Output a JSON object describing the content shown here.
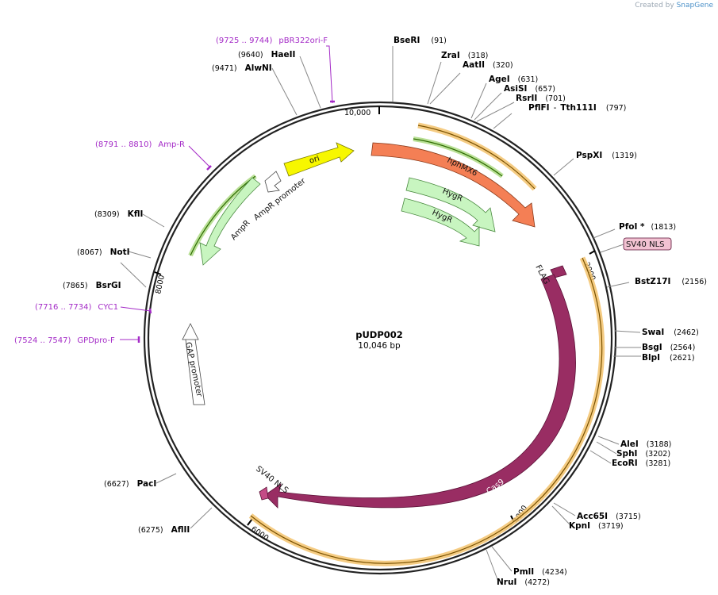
{
  "credit": {
    "prefix": "Created by",
    "brand": "SnapGene"
  },
  "plasmid": {
    "name": "pUDP002",
    "length_label": "10,046 bp"
  },
  "ticks": [
    {
      "label": "10,000"
    },
    {
      "label": "2000"
    },
    {
      "label": "4000"
    },
    {
      "label": "6000"
    },
    {
      "label": "8000"
    }
  ],
  "sites": [
    {
      "name": "BseRI",
      "pos": "(91)"
    },
    {
      "name": "ZraI",
      "pos": "(318)"
    },
    {
      "name": "AatII",
      "pos": "(320)"
    },
    {
      "name": "AgeI",
      "pos": "(631)"
    },
    {
      "name": "AsiSI",
      "pos": "(657)"
    },
    {
      "name": "RsrII",
      "pos": "(701)"
    },
    {
      "name": "PflFI",
      "name2": "Tth111I",
      "pos": "(797)"
    },
    {
      "name": "PspXI",
      "pos": "(1319)"
    },
    {
      "name": "PfoI *",
      "pos": "(1813)"
    },
    {
      "name": "BstZ17I",
      "pos": "(2156)"
    },
    {
      "name": "SwaI",
      "pos": "(2462)"
    },
    {
      "name": "BsgI",
      "pos": "(2564)"
    },
    {
      "name": "BlpI",
      "pos": "(2621)"
    },
    {
      "name": "AleI",
      "pos": "(3188)"
    },
    {
      "name": "SphI",
      "pos": "(3202)"
    },
    {
      "name": "EcoRI",
      "pos": "(3281)"
    },
    {
      "name": "Acc65I",
      "pos": "(3715)"
    },
    {
      "name": "KpnI",
      "pos": "(3719)"
    },
    {
      "name": "PmlI",
      "pos": "(4234)"
    },
    {
      "name": "NruI",
      "pos": "(4272)"
    },
    {
      "name": "AflII",
      "pos": "(6275)"
    },
    {
      "name": "PacI",
      "pos": "(6627)"
    },
    {
      "name": "BsrGI",
      "pos": "(7865)"
    },
    {
      "name": "NotI",
      "pos": "(8067)"
    },
    {
      "name": "KflI",
      "pos": "(8309)"
    },
    {
      "name": "AlwNI",
      "pos": "(9471)"
    },
    {
      "name": "HaeII",
      "pos": "(9640)"
    }
  ],
  "primers": [
    {
      "name": "pBR322ori-F",
      "range": "(9725 .. 9744)"
    },
    {
      "name": "Amp-R",
      "range": "(8791 .. 8810)"
    },
    {
      "name": "CYC1",
      "range": "(7716 .. 7734)"
    },
    {
      "name": "GPDpro-F",
      "range": "(7524 .. 7547)"
    }
  ],
  "features": [
    {
      "name": "hphMX6"
    },
    {
      "name": "HygR"
    },
    {
      "name": "HygR"
    },
    {
      "name": "ori"
    },
    {
      "name": "AmpR promoter"
    },
    {
      "name": "AmpR"
    },
    {
      "name": "FLAG"
    },
    {
      "name": "SV40 NLS"
    },
    {
      "name": "Cas9"
    },
    {
      "name": "SV40 NLS"
    },
    {
      "name": "GAP promoter"
    }
  ],
  "colors": {
    "backbone": "#222222",
    "primer": "#a42bc7",
    "hph": "#f47f55",
    "hyg": "#c8f5c0",
    "ori": "#f7f700",
    "cas9": "#992d63",
    "orf_fill": "#f3c36d",
    "orf_stroke": "#7a5200",
    "nls_box": "#f2c2d2"
  }
}
